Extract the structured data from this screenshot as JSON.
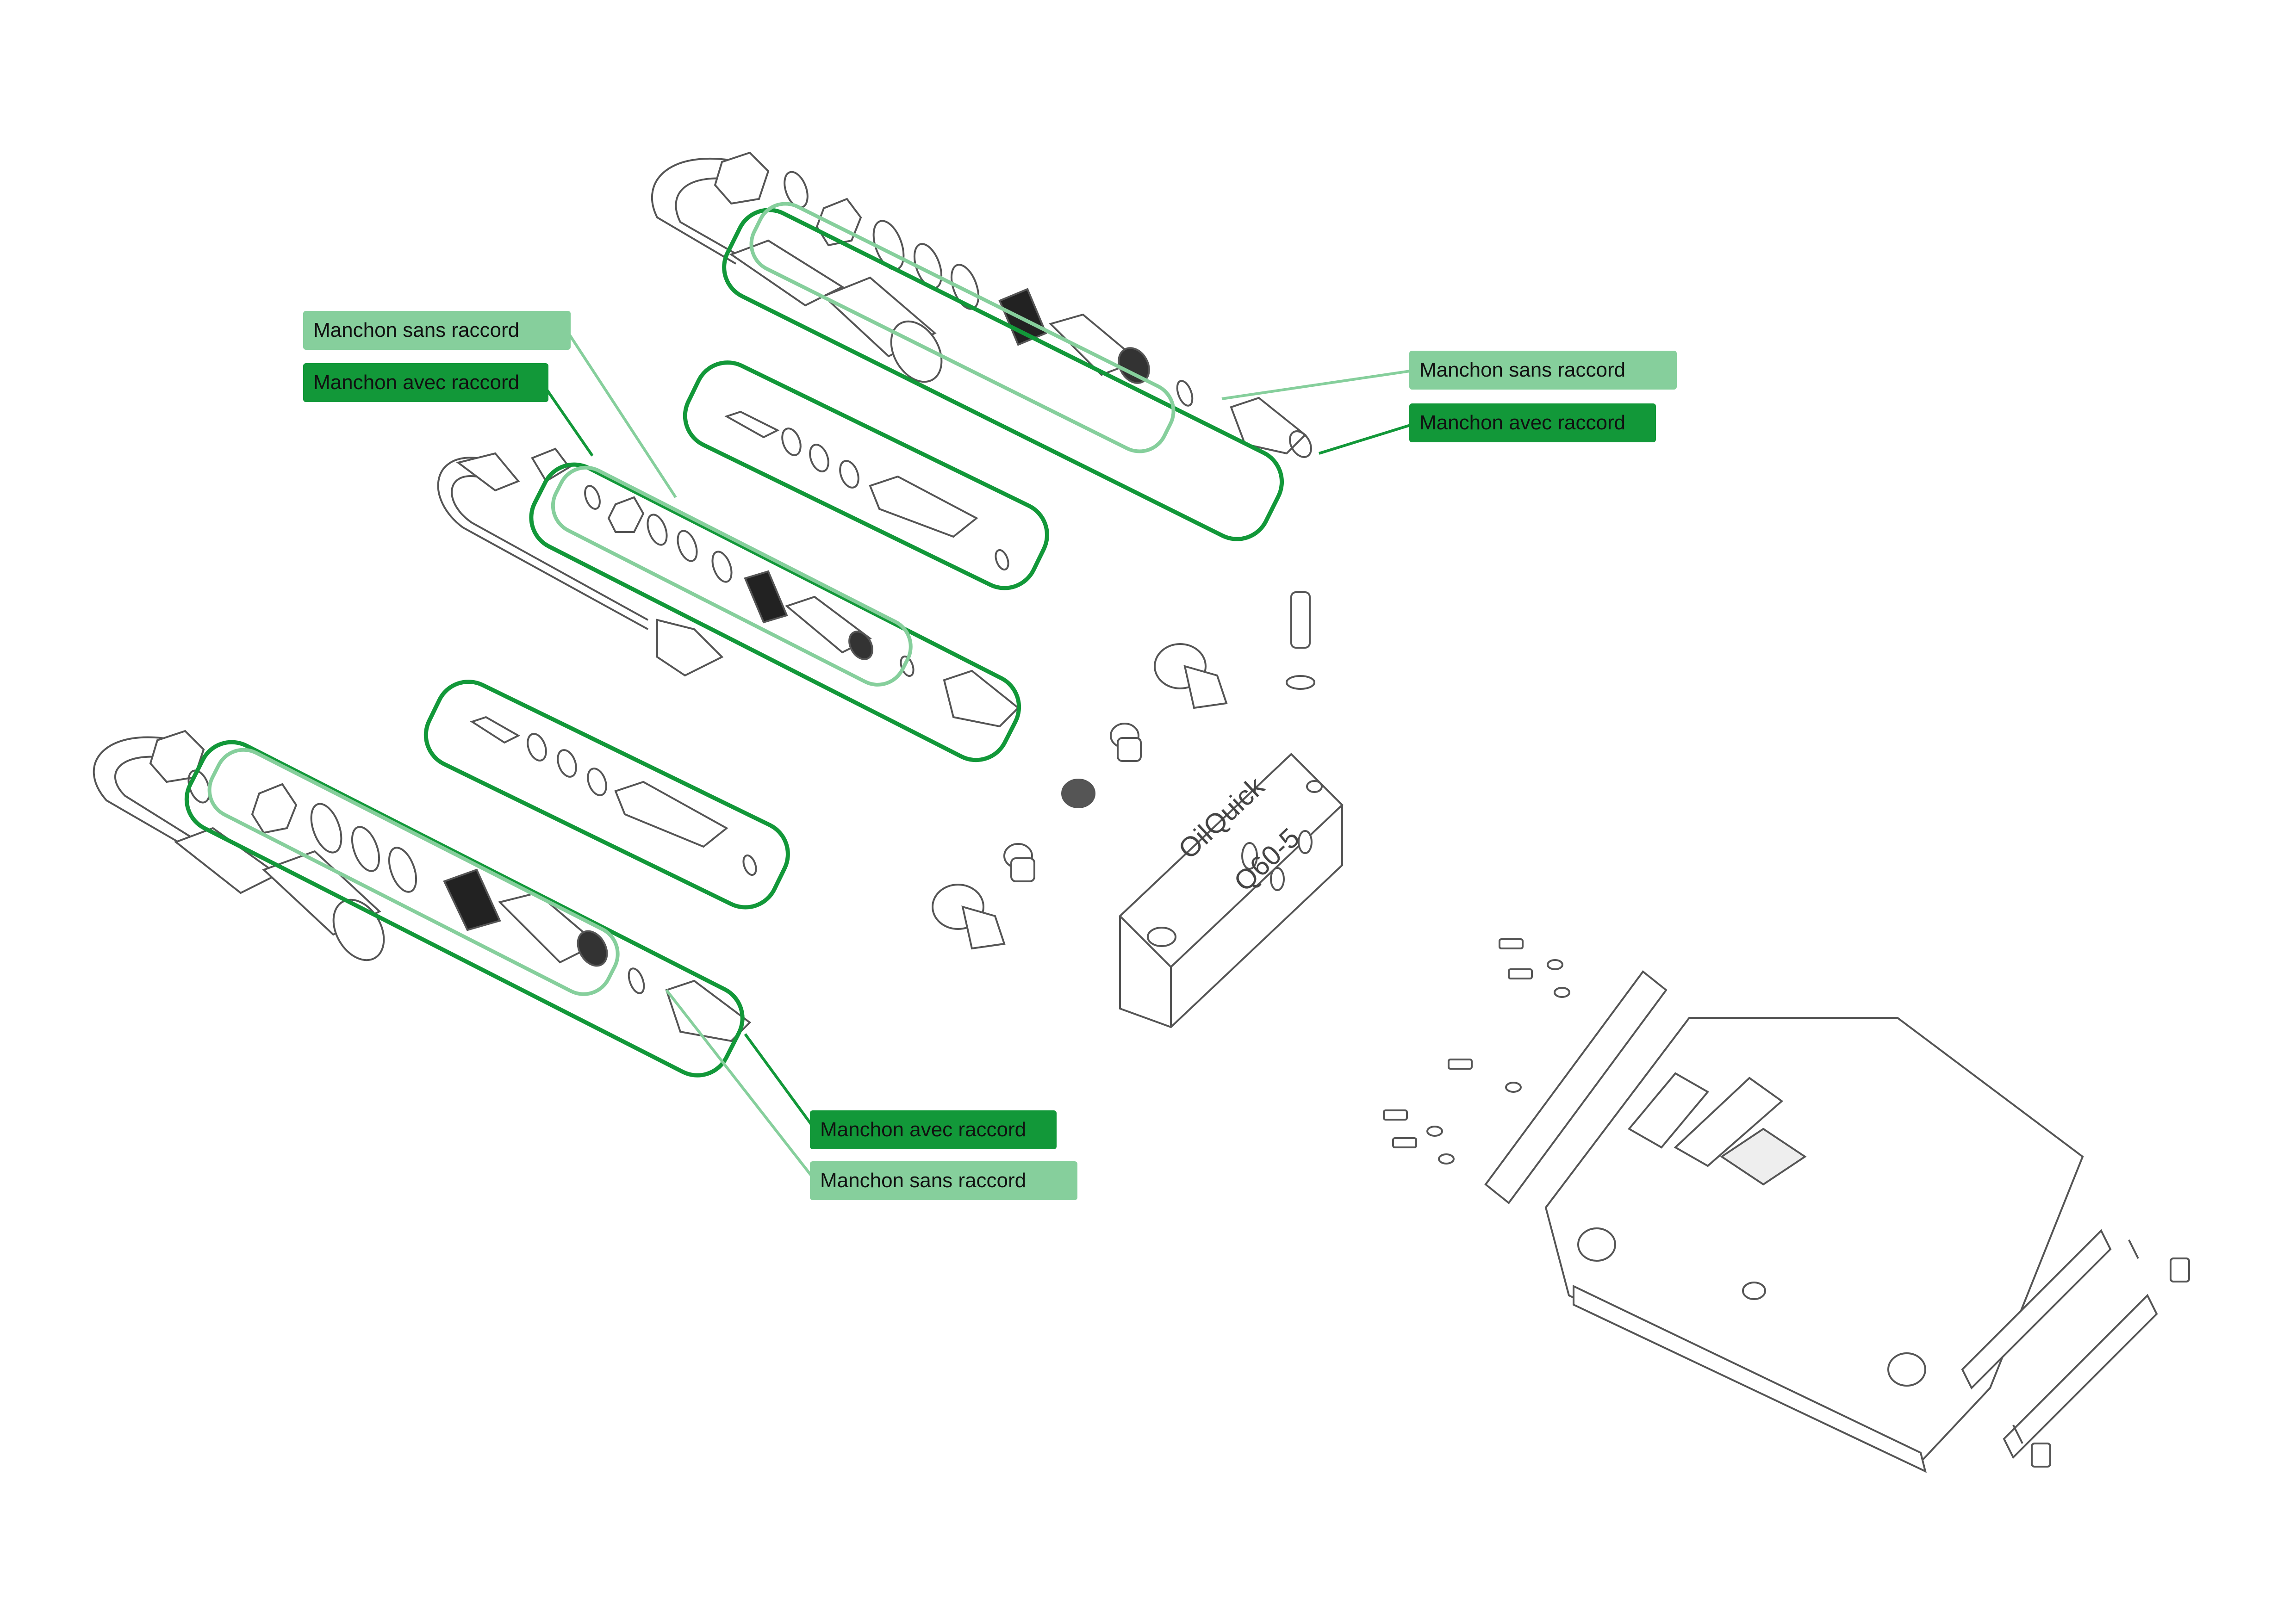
{
  "colors": {
    "light_green": "#86cf9c",
    "dark_green": "#129839",
    "line": "#555555"
  },
  "labels": {
    "sans_raccord": "Manchon sans raccord",
    "avec_raccord": "Manchon avec raccord"
  },
  "coupler": {
    "brand": "OilQuick",
    "model": "Q60-5"
  }
}
